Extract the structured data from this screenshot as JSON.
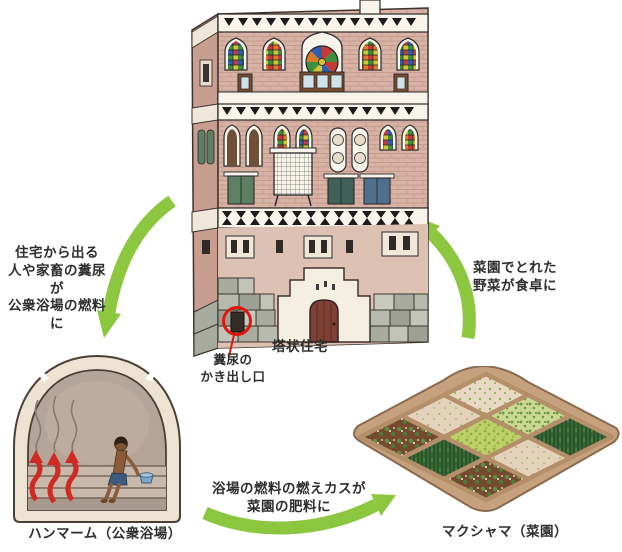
{
  "diagram": {
    "type": "cycle",
    "nodes": [
      {
        "id": "tower-house",
        "label": "塔状住宅"
      },
      {
        "id": "hammam",
        "label": "ハンマーム（公衆浴場）"
      },
      {
        "id": "maqshama",
        "label": "マクシャマ（菜園）"
      }
    ],
    "edges": [
      {
        "from": "tower-house",
        "to": "hammam",
        "label": "住宅から出る\n人や家畜の糞尿が\n公衆浴場の燃料に"
      },
      {
        "from": "hammam",
        "to": "maqshama",
        "label": "浴場の燃料の燃えカスが\n菜園の肥料に"
      },
      {
        "from": "maqshama",
        "to": "tower-house",
        "label": "菜園でとれた\n野菜が食卓に"
      }
    ],
    "annotation": {
      "target": "tower-house",
      "label": "糞尿の\nかき出し口"
    },
    "icons": [
      "tower-house-illustration",
      "hammam-illustration",
      "maqshama-garden-illustration",
      "cycle-arrow",
      "heat-arrow",
      "steam-lines",
      "outlet-marker-circle"
    ],
    "colors": {
      "arrow_green": "#8dc63f",
      "marker_red": "#e0180b",
      "heat_arrow_red": "#cf2b24",
      "text": "#2e2e2e",
      "wall_pink": "#d8b3a5",
      "band_white": "#f8f4eb",
      "stone_gray": "#b3b6ac",
      "dome_cream": "#ece3d2",
      "soil_brown": "#744a2f",
      "leaf_green": "#6f9c3e"
    }
  }
}
